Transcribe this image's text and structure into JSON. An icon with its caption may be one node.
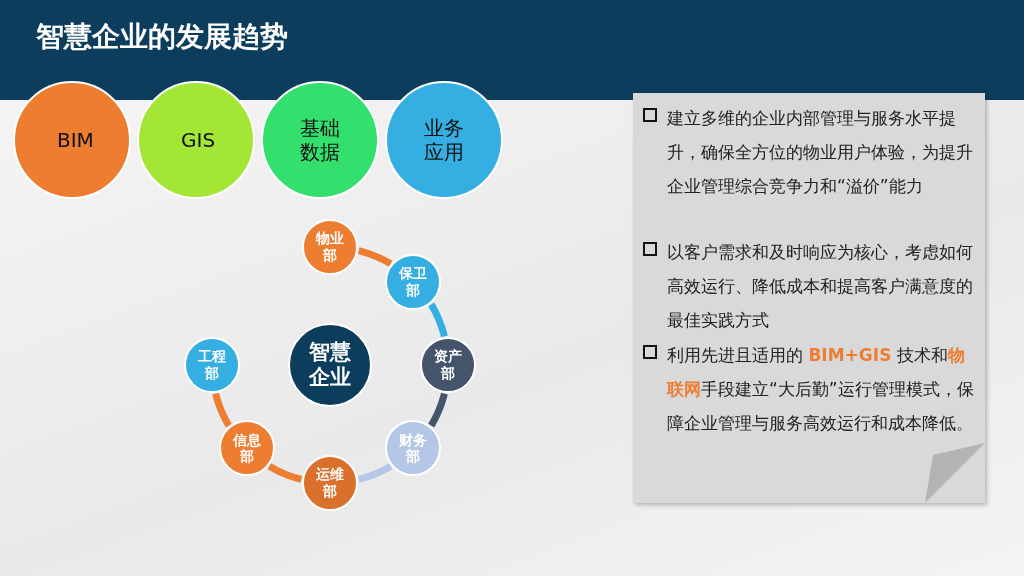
{
  "diagram": {
    "title": "智慧企业的发展趋势",
    "nodes": [
      {
        "text": [
          "BIM"
        ]
      },
      {
        "text": [
          "GIS"
        ]
      },
      {
        "text": [
          "基础数据"
        ]
      },
      {
        "text": [
          "业务应用"
        ]
      },
      {
        "text": [
          "物业部"
        ]
      },
      {
        "text": [
          "保卫部"
        ]
      },
      {
        "text": [
          "智慧企业"
        ]
      },
      {
        "text": [
          "工程部"
        ]
      },
      {
        "text": [
          "资产部"
        ]
      },
      {
        "text": [
          "信息部"
        ]
      },
      {
        "text": [
          "财务部"
        ]
      },
      {
        "text": [
          "运维部"
        ]
      }
    ],
    "edges": [
      {
        "from": 4,
        "to": 5,
        "arrow": "none"
      },
      {
        "from": 5,
        "to": 8,
        "arrow": "none",
        "color": "#35aee2"
      },
      {
        "from": 8,
        "to": 10,
        "arrow": "none",
        "color": "#44546a"
      },
      {
        "from": 10,
        "to": 11,
        "arrow": "none",
        "color": "#b4c7e7"
      },
      {
        "from": 11,
        "to": 9,
        "arrow": "none"
      },
      {
        "from": 9,
        "to": 7,
        "arrow": "none"
      }
    ],
    "labels": [
      "建立多维的企业内部管理与服务水平提升，确保全方位的物业用户体验，为提升企业管理综合竞争力和“溢价”能力",
      "以客户需求和及时响应为核心，考虑如何高效运行、降低成本和提高客户满意度的最佳实践方式",
      "利用先进且适用的 **BIM+GIS** 技术和**物联网**手段建立“大后勤”运行管理模式，保障企业管理与服务高效运行和成本降低。"
    ]
  }
}
